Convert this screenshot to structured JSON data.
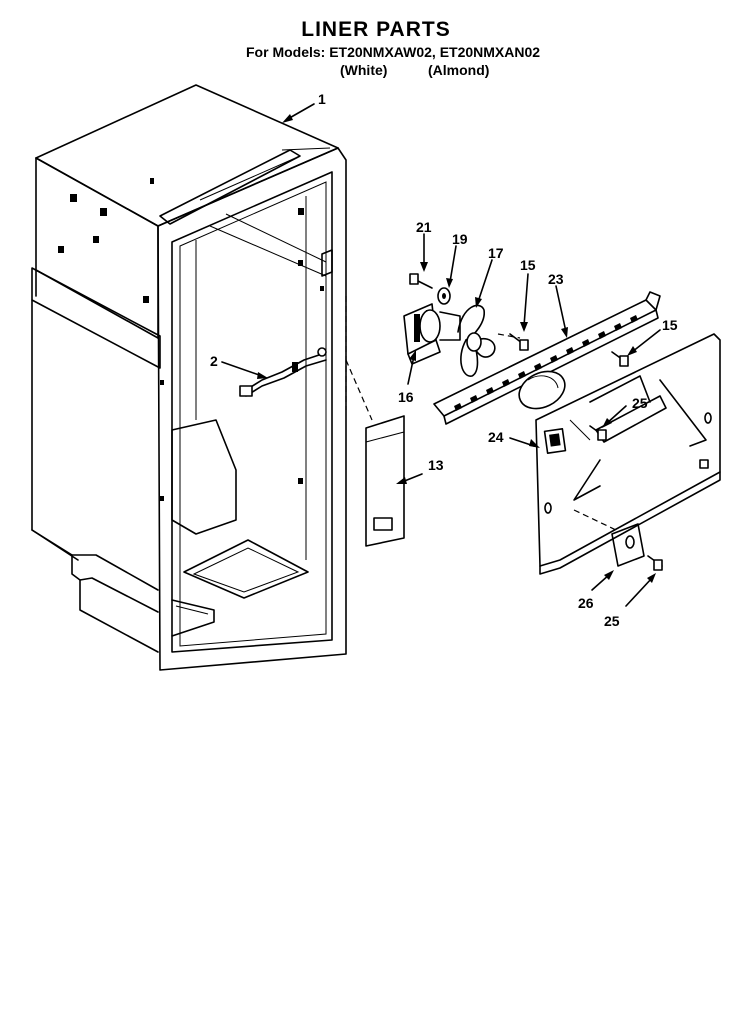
{
  "header": {
    "title": "LINER PARTS",
    "models_line": "For Models: ET20NMXAW02, ET20NMXAN02",
    "white_label": "(White)",
    "almond_label": "(Almond)"
  },
  "callouts": {
    "p1": "1",
    "p2": "2",
    "p13": "13",
    "p15a": "15",
    "p15b": "15",
    "p16": "16",
    "p17": "17",
    "p19": "19",
    "p21": "21",
    "p23": "23",
    "p24": "24",
    "p25a": "25",
    "p25b": "25",
    "p26": "26"
  }
}
